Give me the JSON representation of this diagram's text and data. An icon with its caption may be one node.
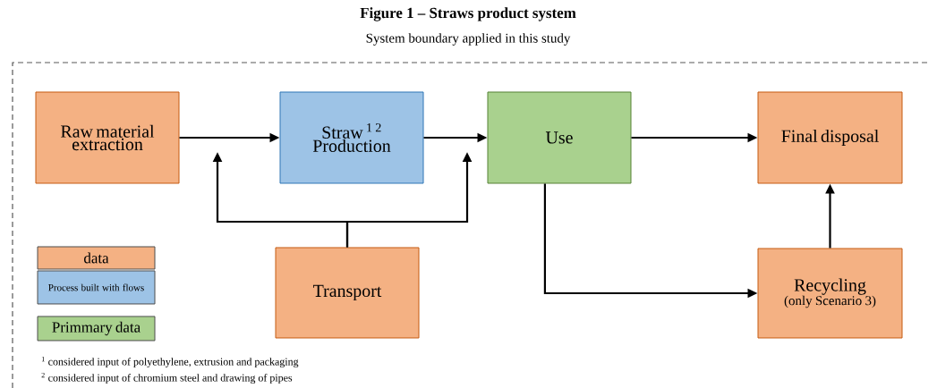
{
  "diagram": {
    "title": "Figure 1 – Straws product system",
    "nodes": [
      {
        "text": [
          "Raw material extraction"
        ]
      },
      {
        "text": [
          "Straw $^{1 2}$ Production"
        ]
      },
      {
        "text": [
          "Use"
        ]
      },
      {
        "text": [
          "Final disposal"
        ]
      },
      {
        "text": [
          "Transport"
        ]
      },
      {
        "text": [
          "Recycling",
          "(only Scenario 3)"
        ]
      }
    ],
    "edges": [
      {
        "from": 0,
        "to": 1,
        "arrow": "to"
      },
      {
        "from": 1,
        "to": 2,
        "arrow": "to"
      },
      {
        "from": 2,
        "to": 3,
        "arrow": "to"
      },
      {
        "from": 2,
        "to": 5,
        "arrow": "to"
      },
      {
        "from": 5,
        "to": 3,
        "arrow": "to"
      },
      {
        "from": 4,
        "to": null,
        "arrow": "to"
      },
      {
        "from": 4,
        "to": null,
        "arrow": "to"
      }
    ],
    "labels": [
      "System boundary applied in this study",
      "$^{1}$ considered input of polyethylene, extrusion and packaging",
      "$^{2}$ considered input of chromium steel and drawing of pipes"
    ],
    "legend": [
      {
        "text": "data",
        "color": "#f4b183"
      },
      {
        "text": "Process built with flows",
        "color": "#9dc3e6"
      },
      {
        "text": "Primmary data",
        "color": "#a9d18e"
      }
    ]
  }
}
